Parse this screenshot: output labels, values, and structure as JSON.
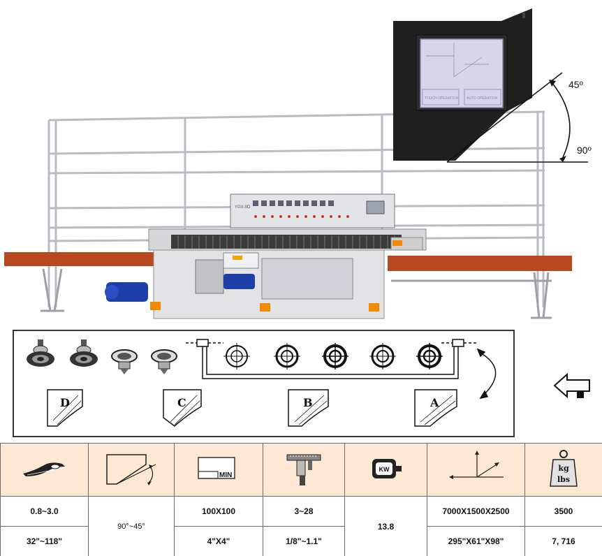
{
  "angle_gauge": {
    "top_angle": "45º",
    "bottom_angle": "90º"
  },
  "control_screen": {
    "left_button": "TOUCH OPERATION",
    "right_button": "AUTO OPERATION"
  },
  "control_panel_label": "YGX-9D",
  "tool_diagram": {
    "sections": [
      "D",
      "C",
      "B",
      "A"
    ]
  },
  "spec_table": {
    "columns": [
      {
        "icon": "glass-thickness-icon",
        "metric": "0.8~3.0",
        "imperial": "32\"~118\""
      },
      {
        "icon": "edge-angle-icon",
        "merged": "90°~45°"
      },
      {
        "icon": "min-size-icon",
        "icon_text": "MIN",
        "metric": "100X100",
        "imperial": "4\"X4\""
      },
      {
        "icon": "caliper-icon",
        "metric": "3~28",
        "imperial": "1/8\"~1.1\""
      },
      {
        "icon": "motor-power-icon",
        "icon_text": "KW",
        "merged": "13.8"
      },
      {
        "icon": "dimensions-icon",
        "metric": "7000X1500X2500",
        "imperial": "295\"X61\"X98\""
      },
      {
        "icon": "weight-icon",
        "icon_text_top": "kg",
        "icon_text_bottom": "lbs",
        "metric": "3500",
        "imperial": "7, 716"
      }
    ]
  },
  "colors": {
    "conveyor": "#b8481f",
    "table_header_bg": "#fde9d3",
    "motor_blue": "#1e3fa8",
    "screen_purple": "#d8d4ea"
  }
}
